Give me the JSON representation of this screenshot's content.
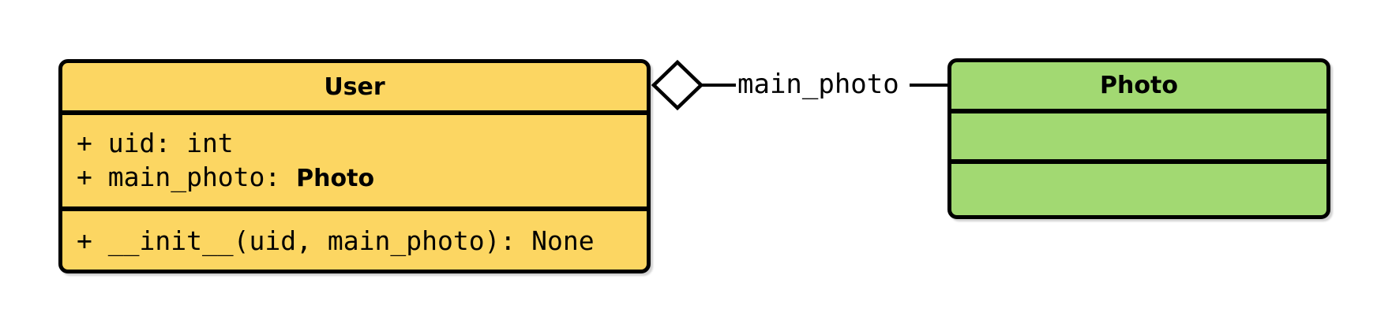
{
  "diagram_type": "uml-class-diagram",
  "user_class": {
    "title": "User",
    "attributes": [
      {
        "text": "+ uid: int",
        "bold_type": ""
      },
      {
        "text": "+ main_photo: ",
        "bold_type": "Photo"
      }
    ],
    "methods": [
      {
        "text": "+ __init__(uid, main_photo): None"
      }
    ]
  },
  "photo_class": {
    "title": "Photo",
    "attributes": [],
    "methods": []
  },
  "relationship": {
    "label": "main_photo",
    "type": "aggregation",
    "diamond_style": "hollow",
    "diamond_at": "User"
  },
  "colors": {
    "user_fill": "#FCD662",
    "photo_fill": "#A2D972",
    "stroke": "#000000",
    "background": "#FFFFFF"
  }
}
